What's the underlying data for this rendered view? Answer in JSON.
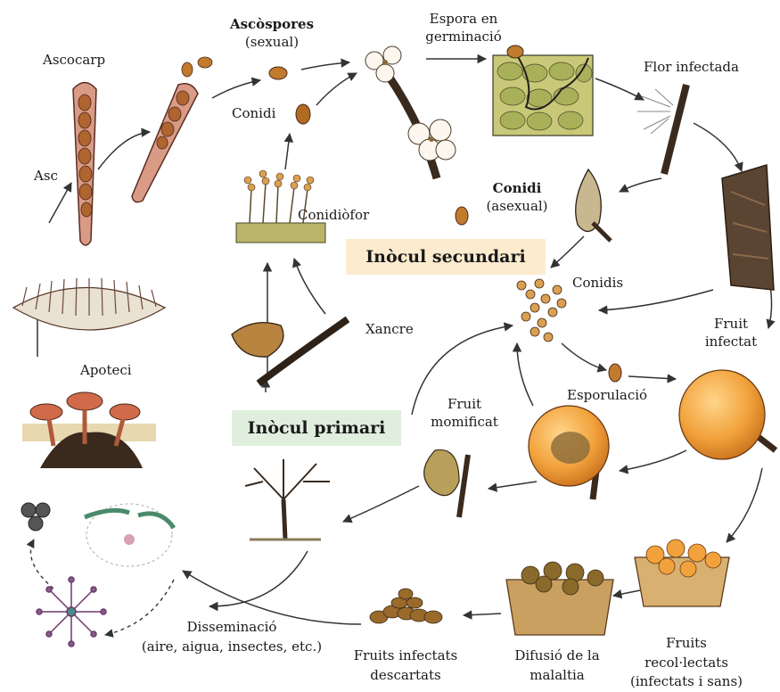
{
  "labels": {
    "ascocarp": "Ascocarp",
    "asc": "Asc",
    "ascospores_title": "Ascòspores",
    "ascospores_sub": "(sexual)",
    "conidi_top": "Conidi",
    "spore_germ_1": "Espora en",
    "spore_germ_2": "germinació",
    "flor_infectada": "Flor infectada",
    "conidi_sec_title": "Conidi",
    "conidi_sec_sub": "(asexual)",
    "conidioforo": "Conidiòfor",
    "conidis": "Conidis",
    "apoteci": "Apoteci",
    "xancre": "Xancre",
    "fruit_infectat_1": "Fruit",
    "fruit_infectat_2": "infectat",
    "fruit_momificat_1": "Fruit",
    "fruit_momificat_2": "momificat",
    "esporulacio": "Esporulació",
    "disseminacio_1": "Disseminació",
    "disseminacio_2": "(aire, aigua, insectes, etc.)",
    "fruits_descartats_1": "Fruits infectats",
    "fruits_descartats_2": "descartats",
    "difusio_1": "Difusió de la",
    "difusio_2": "malaltia",
    "recollectats_1": "Fruits",
    "recollectats_2": "recol·lectats",
    "recollectats_3": "(infectats i sans)"
  },
  "boxes": {
    "secundari": "Inòcul secundari",
    "primari": "Inòcul primari"
  },
  "colors": {
    "secundari_bg": "#fdebcf",
    "primari_bg": "#dfeedd",
    "fruit_orange": "#f2a23c",
    "spore_brown": "#c27a2c",
    "bark": "#4a3626",
    "ascus_pink": "#d99a86"
  }
}
